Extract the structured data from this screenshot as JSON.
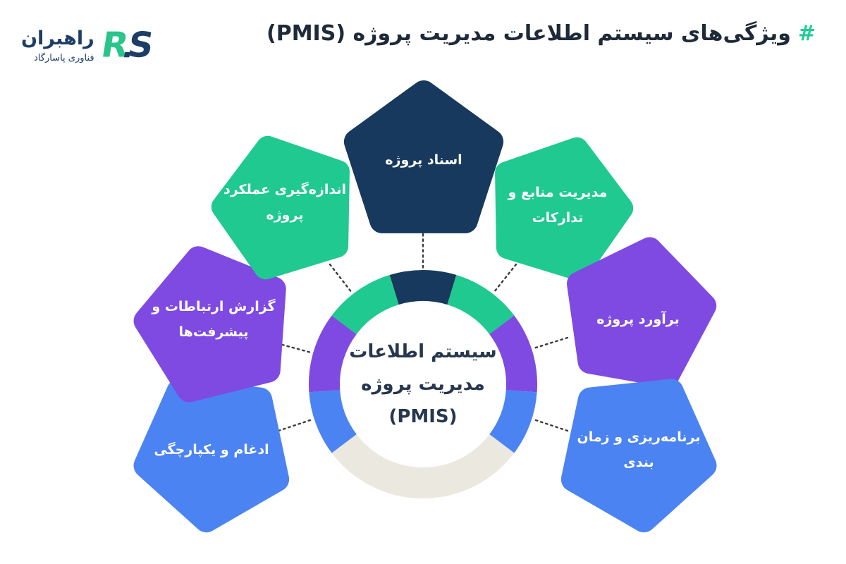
{
  "header": {
    "title_hash": "#",
    "title": "ویژگی‌های سیستم اطلاعات مدیریت پروژه (PMIS)",
    "logo": {
      "brand": "راهبران",
      "tagline": "فناوری پاسارگاد",
      "monogram_r": "R",
      "monogram_s": "S"
    }
  },
  "center": {
    "line1": "سیستم اطلاعات",
    "line2": "مدیریت پروژه",
    "line3": "(PMIS)"
  },
  "nodes": [
    {
      "id": "project-documents",
      "lines": [
        "اسناد پروژه"
      ]
    },
    {
      "id": "resource-procurement-management",
      "lines": [
        "مدیریت منابع و",
        "تدارکات"
      ]
    },
    {
      "id": "project-estimation",
      "lines": [
        "برآورد پروژه"
      ]
    },
    {
      "id": "planning-scheduling",
      "lines": [
        "برنامه‌ریزی و زمان",
        "بندی"
      ]
    },
    {
      "id": "integration-consolidation",
      "lines": [
        "ادغام و یکپارچگی"
      ]
    },
    {
      "id": "communication-progress-reports",
      "lines": [
        "گزارش ارتباطات و",
        "پیشرفت‌ها"
      ]
    },
    {
      "id": "performance-measurement",
      "lines": [
        "اندازه‌گیری عملکرد",
        "پروژه"
      ]
    }
  ],
  "palette": {
    "navy": "#18395E",
    "green": "#1FC98F",
    "purple": "#7E4AE2",
    "blue": "#4B83F3",
    "ring_gray": "#EBE8E0",
    "connector": "#3B3B3B",
    "hash_accent": "#21CE92",
    "title_text": "#1E2A38",
    "center_text": "#26374E",
    "logo_navy": "#1C3E66",
    "logo_green": "#2BC48A"
  }
}
